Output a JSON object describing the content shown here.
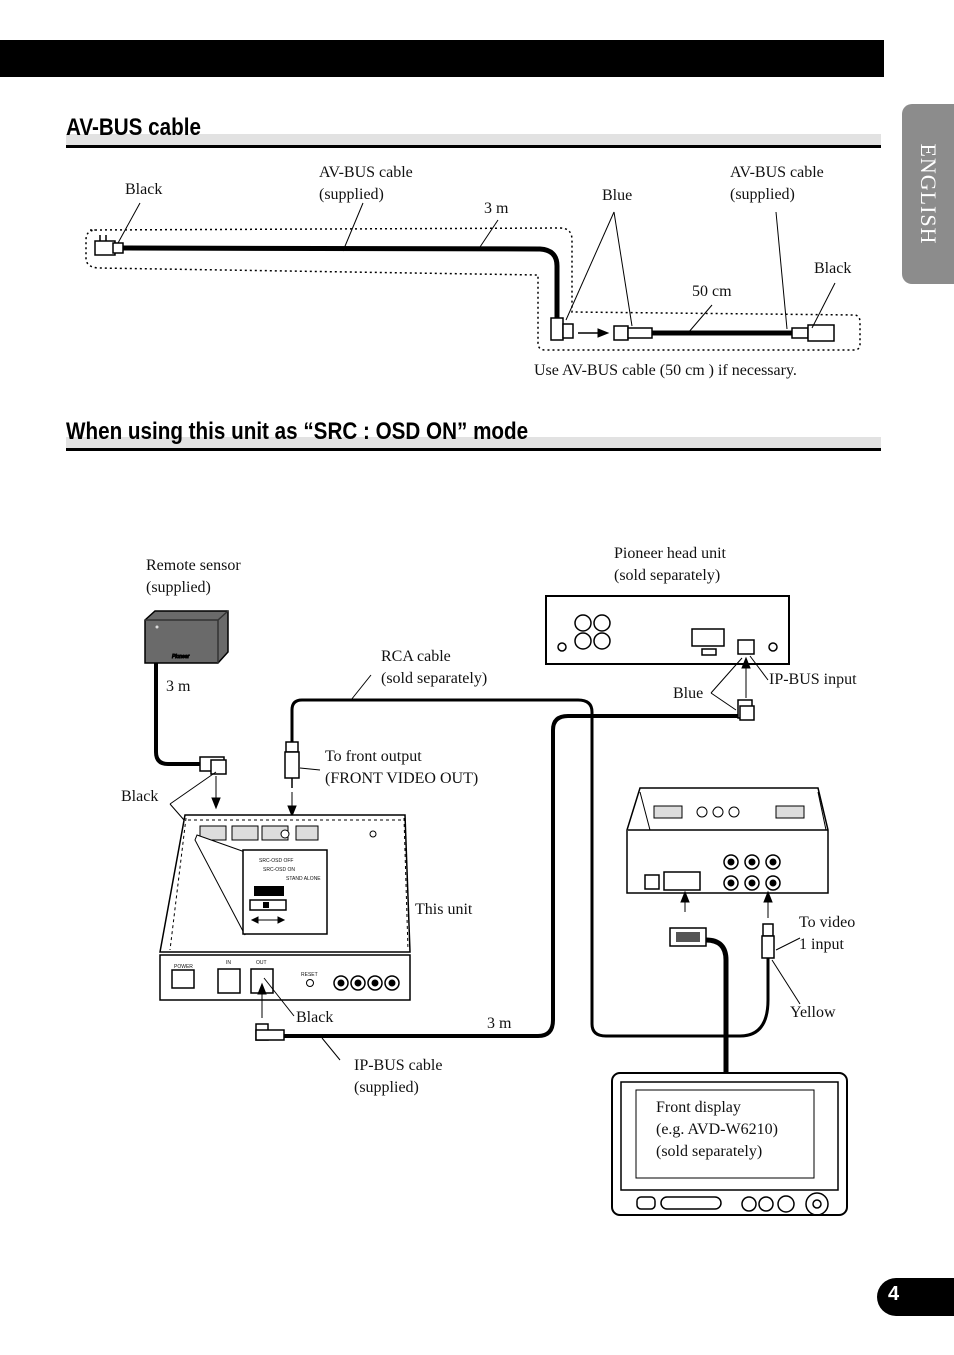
{
  "side_tab": "ENGLISH",
  "page_number": "4",
  "section1": {
    "heading": "AV-BUS cable",
    "labels": {
      "black_left": "Black",
      "avbus_left": "AV-BUS cable\n(supplied)",
      "length_3m": "3 m",
      "blue": "Blue",
      "avbus_right": "AV-BUS cable\n(supplied)",
      "black_right": "Black",
      "length_50cm": "50 cm",
      "note": "Use AV-BUS cable (50 cm ) if necessary."
    }
  },
  "section2": {
    "heading": "When using this unit as “SRC : OSD ON” mode",
    "labels": {
      "remote_sensor": "Remote sensor\n(supplied)",
      "remote_3m": "3 m",
      "black_remote": "Black",
      "rca_cable": "RCA cable\n(sold separately)",
      "to_front_output": "To front output\n(FRONT VIDEO OUT)",
      "head_unit": "Pioneer head unit\n(sold separately)",
      "blue": "Blue",
      "ipbus_input": "IP-BUS input",
      "this_unit": "This unit",
      "to_video": "To video\n1 input",
      "yellow": "Yellow",
      "black_ipbus": "Black",
      "ipbus_3m": "3 m",
      "ipbus_cable": "IP-BUS cable\n(supplied)",
      "front_display": "Front display\n(e.g. AVD-W6210)\n(sold separately)"
    },
    "switch_inset": {
      "opt1": "SRC-OSD OFF",
      "opt2": "SRC-OSD ON",
      "opt3": "STAND ALONE"
    },
    "unit_panel": {
      "power": "POWER",
      "in": "IN",
      "out": "OUT",
      "reset": "RESET"
    }
  }
}
